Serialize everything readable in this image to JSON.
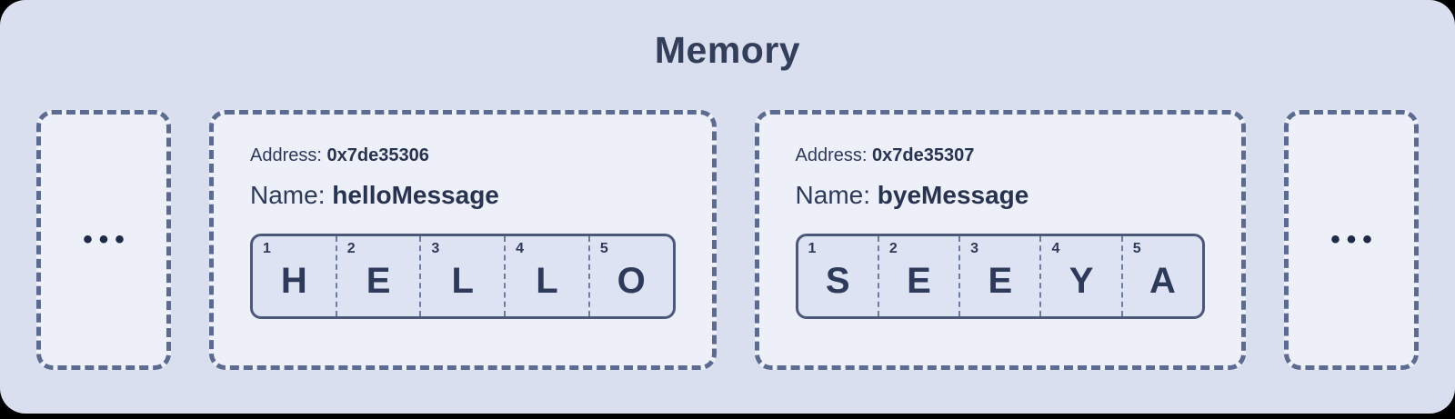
{
  "title": "Memory",
  "colors": {
    "canvas_background": "#d9dfef",
    "box_fill": "#edf0f9",
    "strip_fill": "#dde3f2",
    "dashed_border": "#5c6b8f",
    "strip_border": "#4b5877",
    "text": "#2e3a59"
  },
  "placeholders": {
    "left": "•••",
    "right": "•••"
  },
  "blocks": [
    {
      "address_label": "Address:",
      "address_value": "0x7de35306",
      "name_label": "Name:",
      "name_value": "helloMessage",
      "cells": [
        {
          "index": "1",
          "char": "H"
        },
        {
          "index": "2",
          "char": "E"
        },
        {
          "index": "3",
          "char": "L"
        },
        {
          "index": "4",
          "char": "L"
        },
        {
          "index": "5",
          "char": "O"
        }
      ]
    },
    {
      "address_label": "Address:",
      "address_value": "0x7de35307",
      "name_label": "Name:",
      "name_value": "byeMessage",
      "cells": [
        {
          "index": "1",
          "char": "S"
        },
        {
          "index": "2",
          "char": "E"
        },
        {
          "index": "3",
          "char": "E"
        },
        {
          "index": "4",
          "char": "Y"
        },
        {
          "index": "5",
          "char": "A"
        }
      ]
    }
  ]
}
